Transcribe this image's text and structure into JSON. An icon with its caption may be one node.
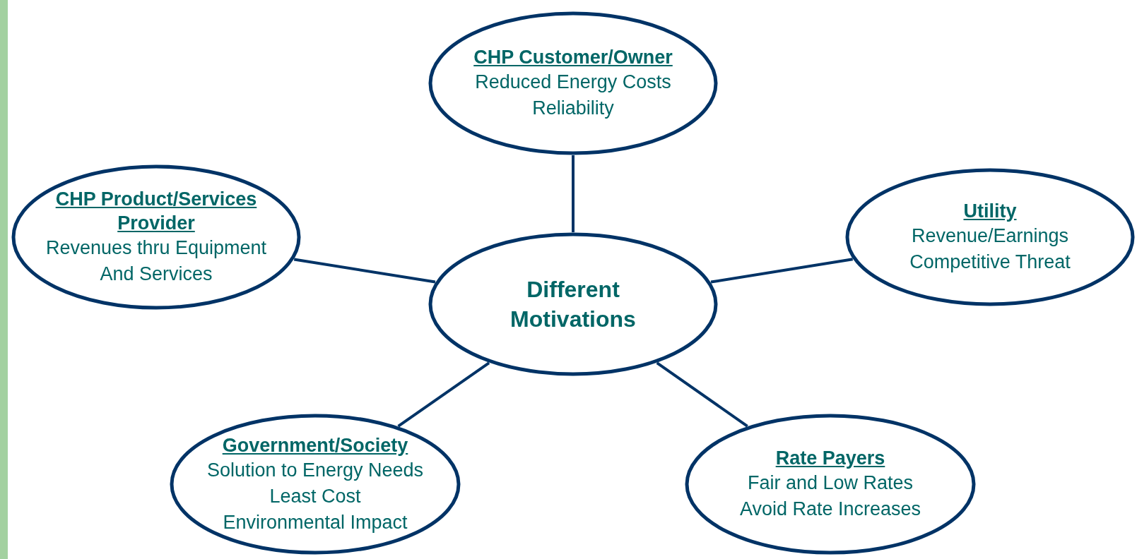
{
  "diagram": {
    "nodes": [
      {
        "text": [
          "CHP Customer/Owner",
          "Reduced Energy Costs",
          "Reliability"
        ]
      },
      {
        "text": [
          "CHP Product/Services Provider",
          "Revenues thru Equipment",
          "And Services"
        ]
      },
      {
        "text": [
          "Different Motivations"
        ]
      },
      {
        "text": [
          "Utility",
          "Revenue/Earnings",
          "Competitive Threat"
        ]
      },
      {
        "text": [
          "Government/Society",
          "Solution to Energy Needs",
          "Least Cost",
          "Environmental Impact"
        ]
      },
      {
        "text": [
          "Rate Payers",
          "Fair and Low Rates",
          "Avoid Rate Increases"
        ]
      }
    ],
    "edges": [
      {
        "from": 2,
        "to": 0,
        "arrow": "none"
      },
      {
        "from": 2,
        "to": 1,
        "arrow": "none"
      },
      {
        "from": 2,
        "to": 3,
        "arrow": "none"
      },
      {
        "from": 2,
        "to": 4,
        "arrow": "none"
      },
      {
        "from": 2,
        "to": 5,
        "arrow": "none"
      }
    ]
  }
}
